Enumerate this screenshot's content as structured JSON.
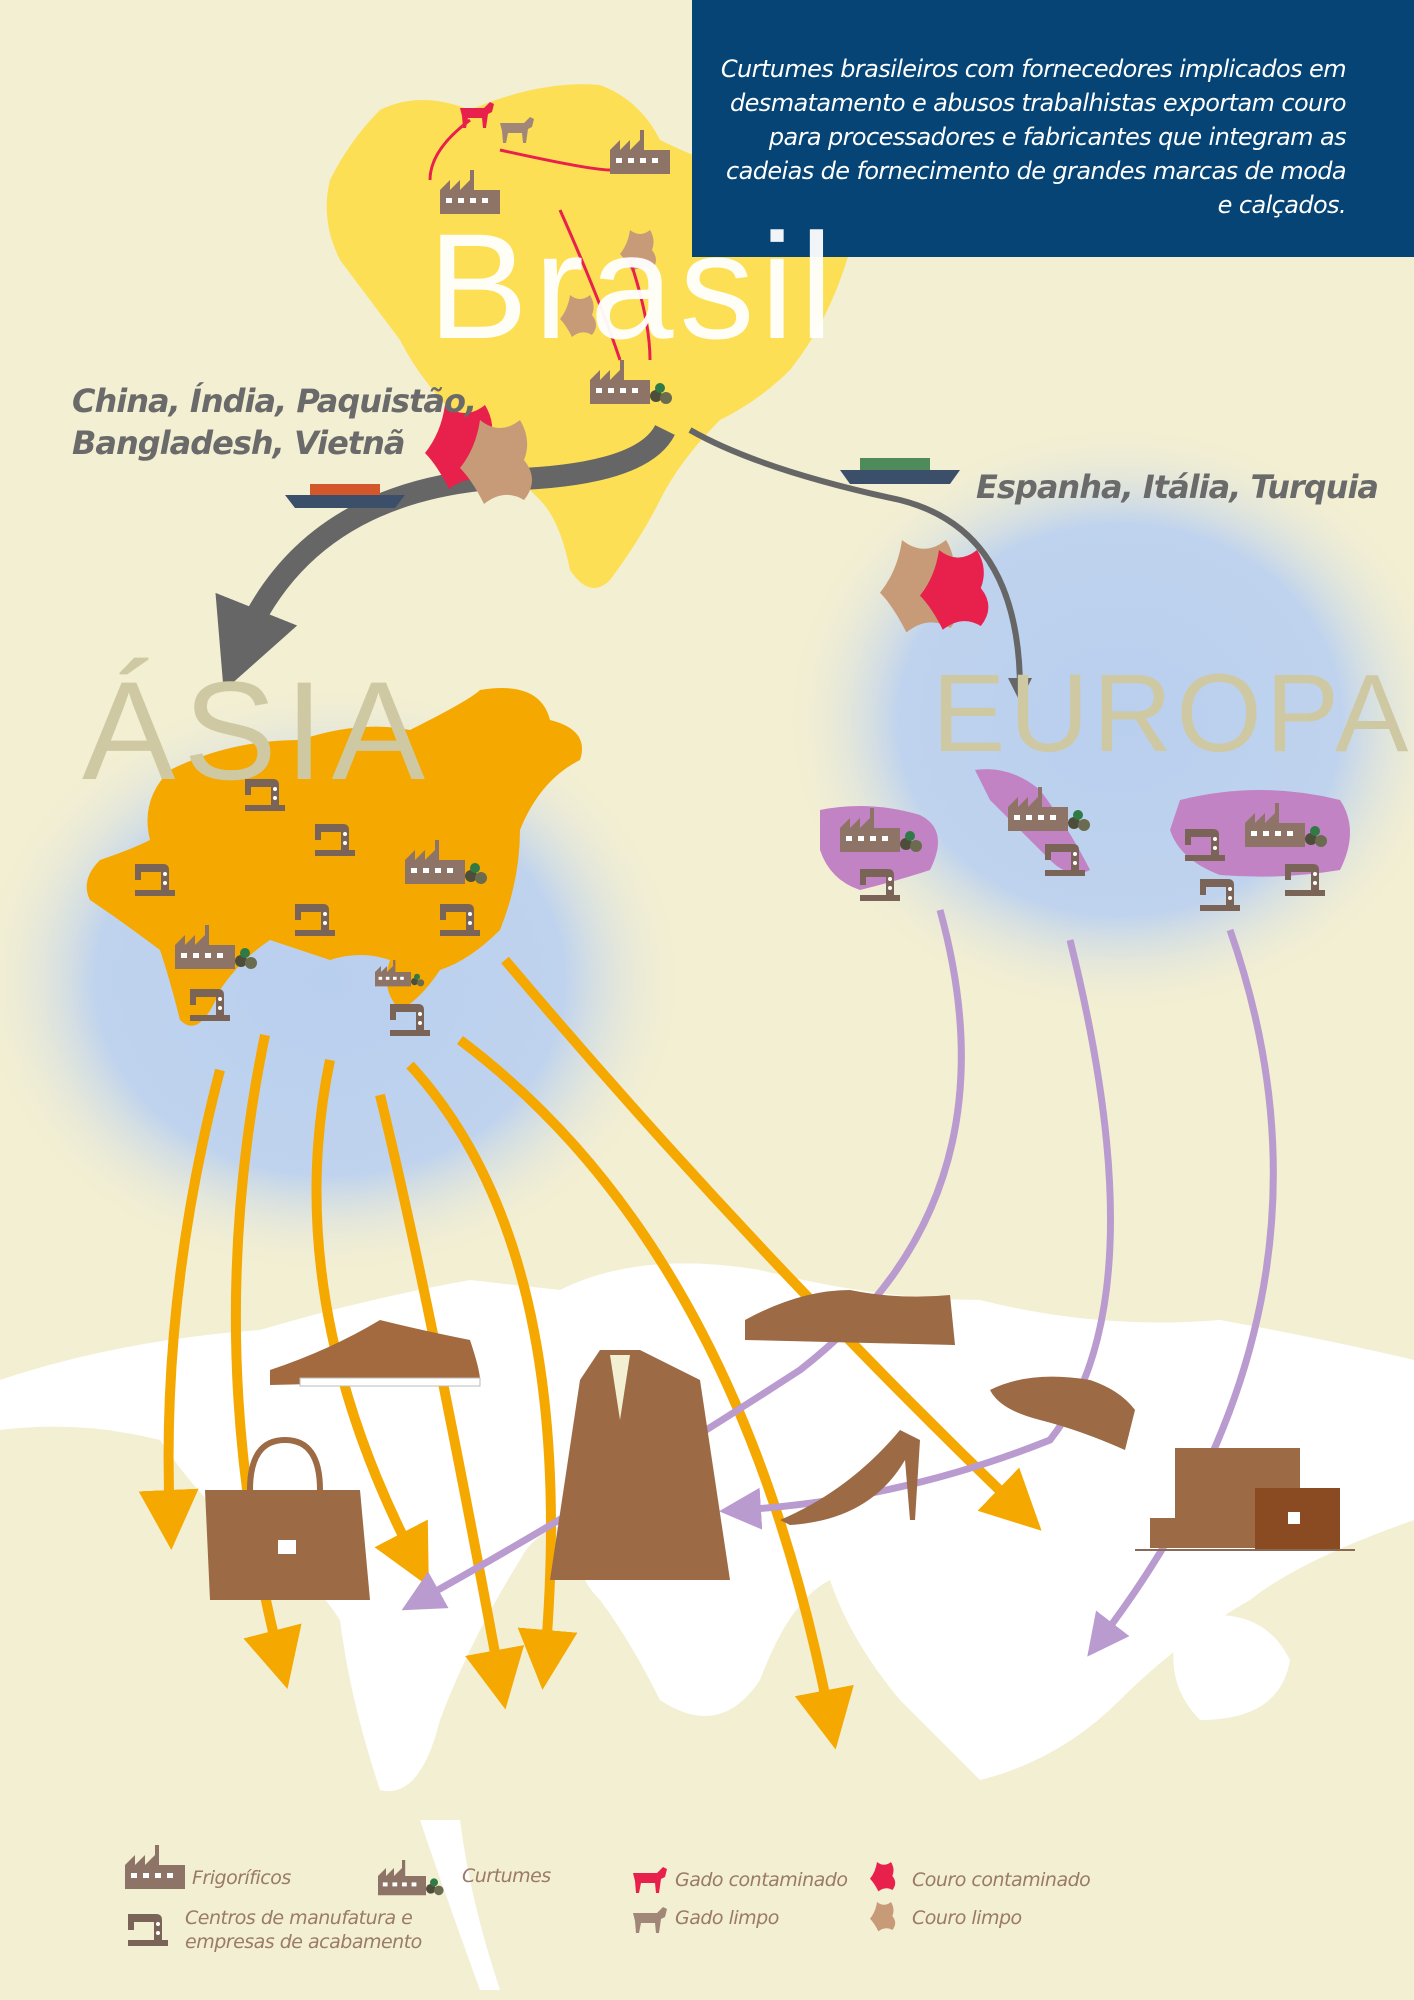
{
  "header": {
    "text": "Curtumes brasileiros com fornecedores implicados em desmatamento e abusos trabalhistas exportam couro para processadores e fabricantes que integram as cadeias de fornecimento de grandes marcas de moda e calçados."
  },
  "regions": {
    "brazil": "Brasil",
    "asia": "ÁSIA",
    "europe": "EUROPA"
  },
  "destinations": {
    "asia_line1": "China, Índia, Paquistão,",
    "asia_line2": "Bangladesh, Vietnã",
    "europe": "Espanha, Itália, Turquia"
  },
  "legend": {
    "slaughterhouses": "Frigoríficos",
    "tanneries": "Curtumes",
    "manufacturing_line1": "Centros de manufatura e",
    "manufacturing_line2": "empresas de acabamento",
    "contaminated_cattle": "Gado contaminado",
    "clean_cattle": "Gado limpo",
    "contaminated_leather": "Couro contaminado",
    "clean_leather": "Couro limpo"
  },
  "colors": {
    "header_bg": "#054474",
    "background": "#f3efd2",
    "brazil": "#fddf55",
    "asia": "#f5a800",
    "europe": "#c283c4",
    "asia_arrow": "#f5a800",
    "europe_arrow": "#b99bd0",
    "contaminated": "#e8204c",
    "clean_leather": "#c89b78",
    "clean_cattle": "#a08777",
    "factory": "#8d7466"
  }
}
